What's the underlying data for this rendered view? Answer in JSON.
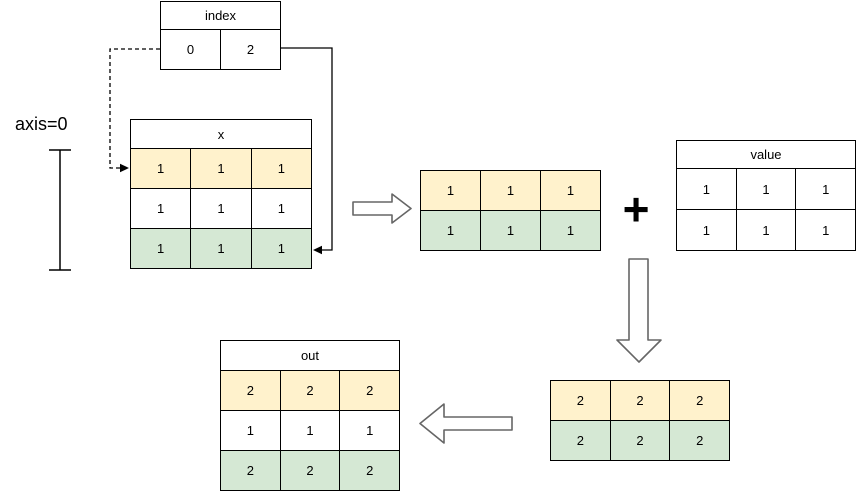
{
  "labels": {
    "axis": "axis=0",
    "plus": "+"
  },
  "colors": {
    "row_highlight_yellow": "#FFF2CC",
    "row_highlight_green": "#D5E8D4",
    "row_plain_white": "#FFFFFF",
    "table_border": "#000000",
    "block_arrow_outline": "#666666",
    "connector_line": "#000000"
  },
  "tables": {
    "index": {
      "title": "index",
      "rows": [
        {
          "cells": [
            "0",
            "2"
          ]
        }
      ]
    },
    "x": {
      "title": "x",
      "rows": [
        {
          "cells": [
            "1",
            "1",
            "1"
          ]
        },
        {
          "cells": [
            "1",
            "1",
            "1"
          ]
        },
        {
          "cells": [
            "1",
            "1",
            "1"
          ]
        }
      ]
    },
    "gathered": {
      "rows": [
        {
          "cells": [
            "1",
            "1",
            "1"
          ]
        },
        {
          "cells": [
            "1",
            "1",
            "1"
          ]
        }
      ]
    },
    "value": {
      "title": "value",
      "rows": [
        {
          "cells": [
            "1",
            "1",
            "1"
          ]
        },
        {
          "cells": [
            "1",
            "1",
            "1"
          ]
        }
      ]
    },
    "summed": {
      "rows": [
        {
          "cells": [
            "2",
            "2",
            "2"
          ]
        },
        {
          "cells": [
            "2",
            "2",
            "2"
          ]
        }
      ]
    },
    "out": {
      "title": "out",
      "rows": [
        {
          "cells": [
            "2",
            "2",
            "2"
          ]
        },
        {
          "cells": [
            "1",
            "1",
            "1"
          ]
        },
        {
          "cells": [
            "2",
            "2",
            "2"
          ]
        }
      ]
    }
  }
}
